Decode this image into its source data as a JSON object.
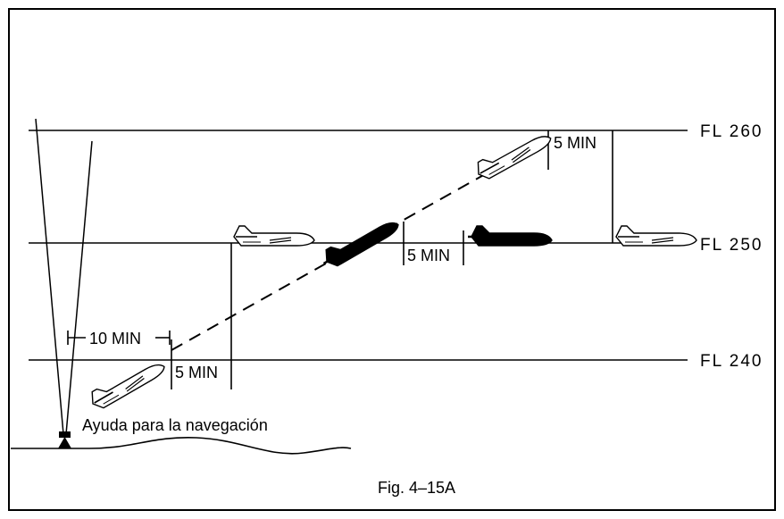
{
  "flight_levels": {
    "fl260": "FL 260",
    "fl250": "FL 250",
    "fl240": "FL 240"
  },
  "separations": {
    "ten_min": "10 MIN",
    "five_min_low": "5 MIN",
    "five_min_mid": "5 MIN",
    "five_min_high": "5 MIN"
  },
  "nav_aid_label": "Ayuda para la navegación",
  "caption": "Fig. 4–15A",
  "colors": {
    "line": "#000000",
    "background": "#ffffff",
    "aircraft_outline": "#000000",
    "aircraft_solid": "#000000"
  }
}
